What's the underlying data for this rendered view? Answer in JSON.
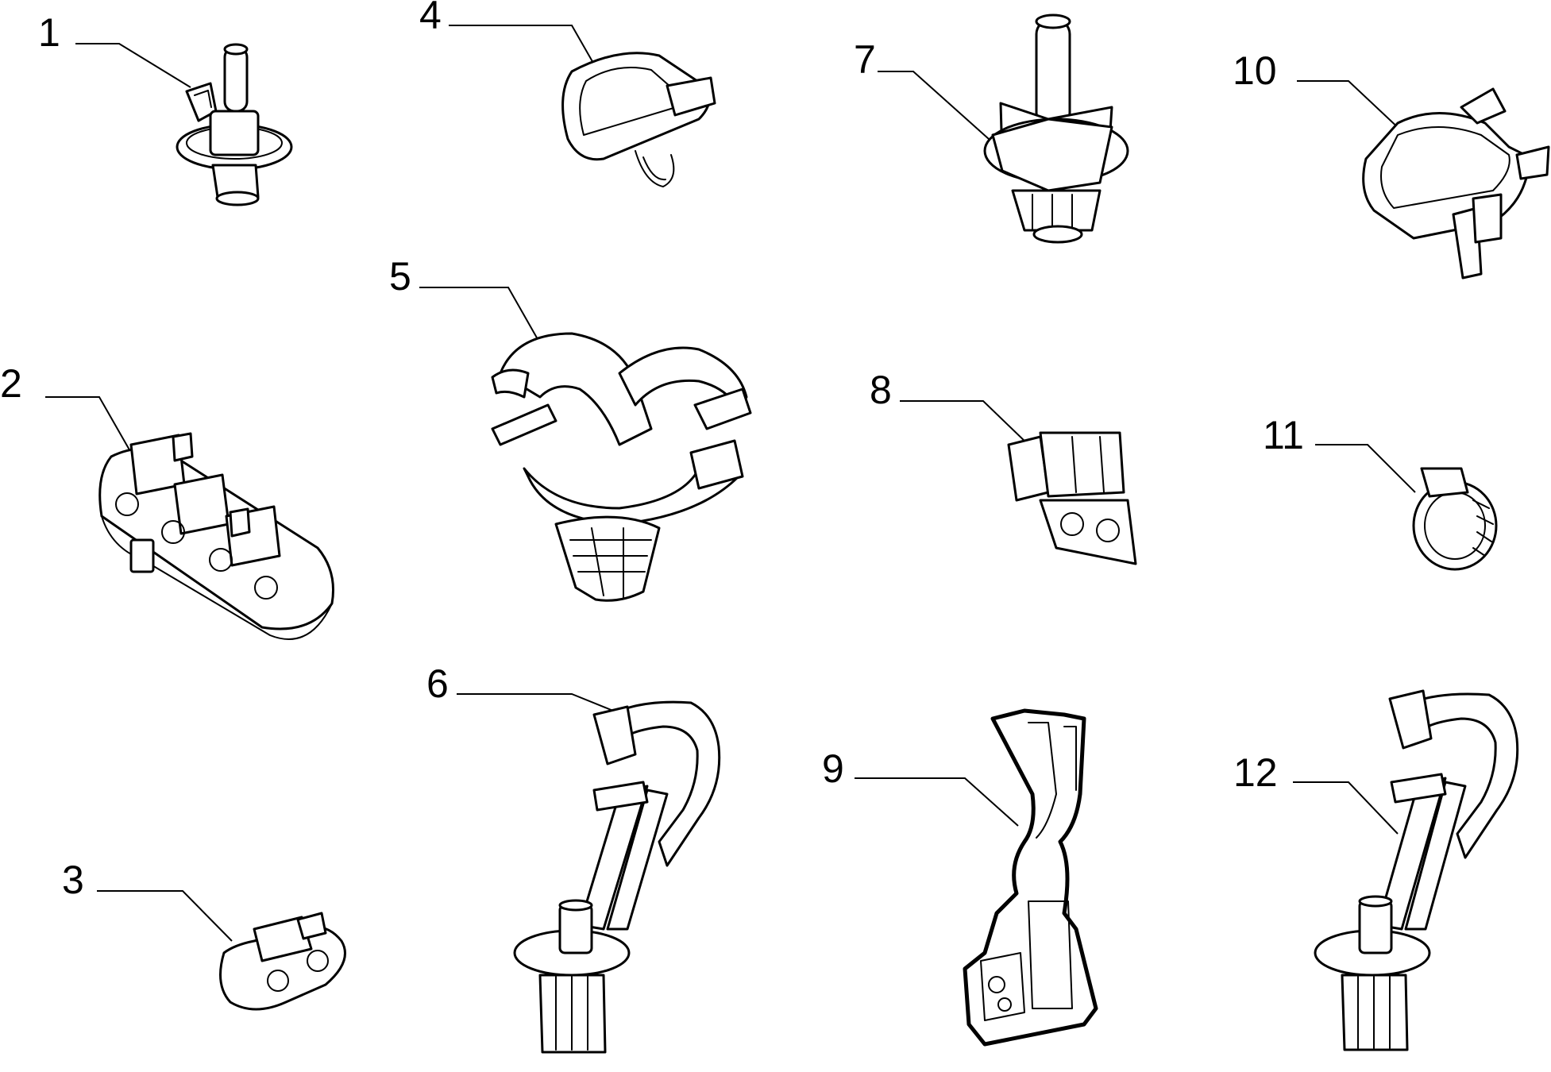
{
  "diagram": {
    "callouts": [
      {
        "id": "1",
        "label": "1"
      },
      {
        "id": "2",
        "label": "2"
      },
      {
        "id": "3",
        "label": "3"
      },
      {
        "id": "4",
        "label": "4"
      },
      {
        "id": "5",
        "label": "5"
      },
      {
        "id": "6",
        "label": "6"
      },
      {
        "id": "7",
        "label": "7"
      },
      {
        "id": "8",
        "label": "8"
      },
      {
        "id": "9",
        "label": "9"
      },
      {
        "id": "10",
        "label": "10"
      },
      {
        "id": "11",
        "label": "11"
      },
      {
        "id": "12",
        "label": "12"
      }
    ],
    "colors": {
      "line": "#000000",
      "background": "#ffffff"
    }
  }
}
